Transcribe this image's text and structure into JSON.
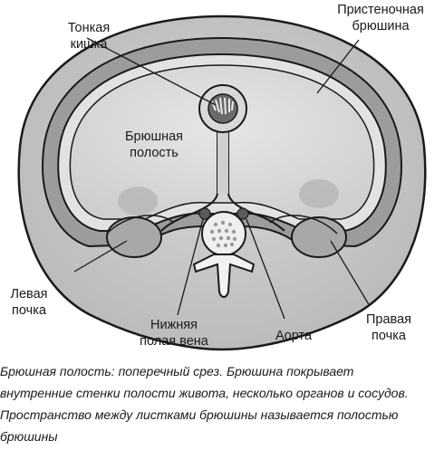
{
  "labels": {
    "small_intestine": [
      "Тонкая",
      "кишка"
    ],
    "parietal_peritoneum": [
      "Пристеночная",
      "брюшина"
    ],
    "abdominal_cavity": [
      "Брюшная",
      "полость"
    ],
    "left_kidney": [
      "Левая",
      "почка"
    ],
    "inferior_vena_cava": [
      "Нижняя",
      "полая вена"
    ],
    "aorta": [
      "Аорта"
    ],
    "right_kidney": [
      "Правая",
      "почка"
    ]
  },
  "caption": [
    "Брюшная полость: поперечный срез. Брюшина покрывает",
    "внутренние стенки полости живота, несколько органов и сосудов.",
    "Пространство между листками брюшины называется полостью",
    "брюшины"
  ],
  "colors": {
    "outer_body": "#c8c8c8",
    "wall_band": "#9a9a9a",
    "cavity": "#dcdcdc",
    "line": "#1a1a1a"
  }
}
